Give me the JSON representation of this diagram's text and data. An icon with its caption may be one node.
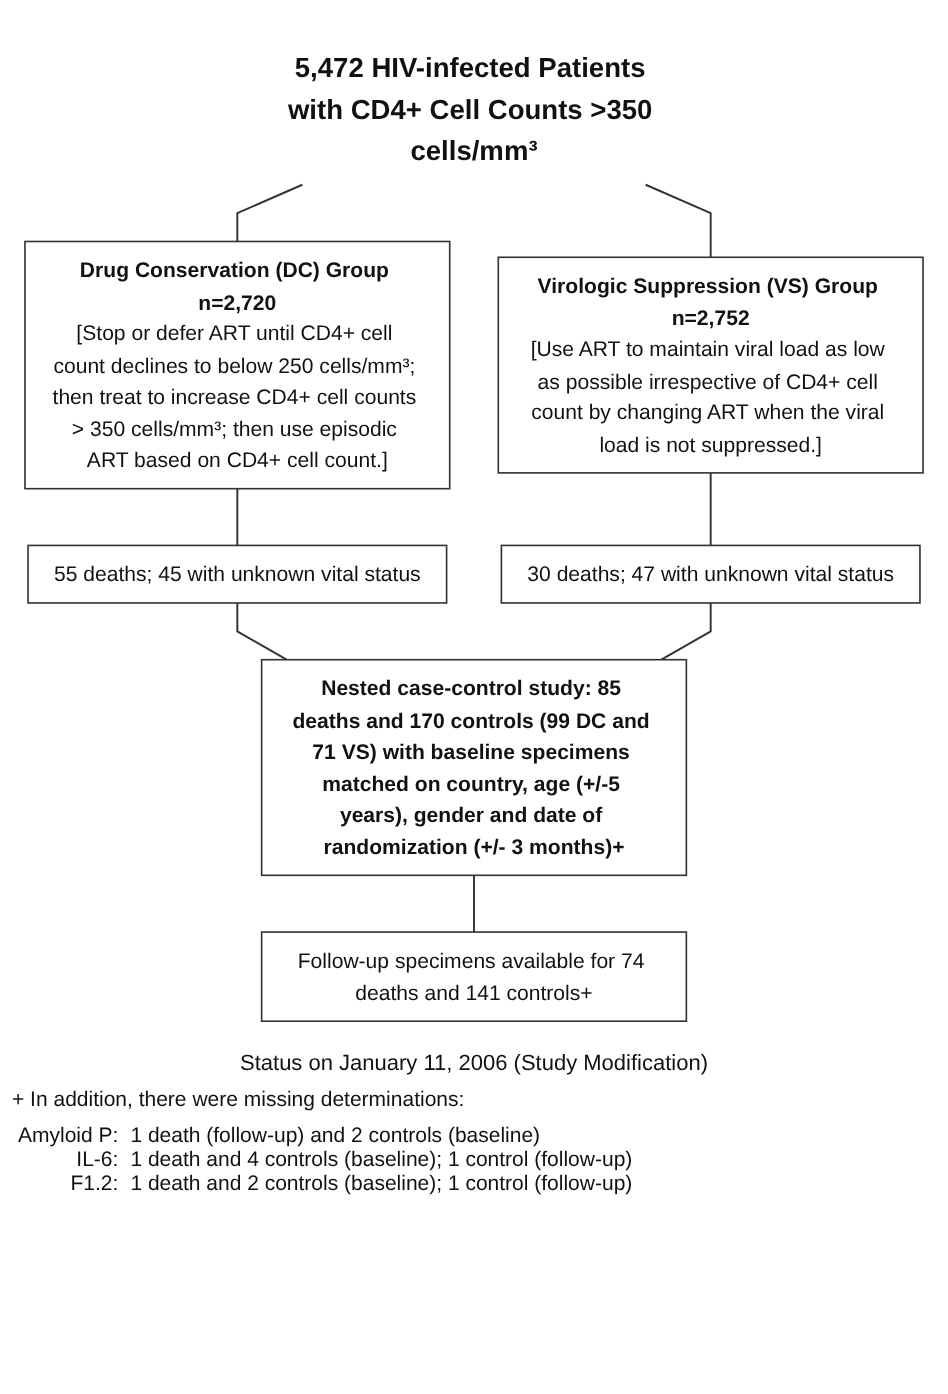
{
  "diagram": {
    "nodes": [
      {
        "text": [
          "5,472 HIV-infected Patients with CD4+ Cell Counts >350 cells/mm³"
        ]
      },
      {
        "text": [
          "Drug Conservation (DC) Group n=2,720",
          "[Stop or defer ART until CD4+ cell count declines to below 250 cells/mm³; then treat to increase CD4+ cell counts > 350 cells/mm³; then use episodic ART based on CD4+ cell count.]"
        ]
      },
      {
        "text": [
          "Virologic Suppression (VS) Group n=2,752",
          "[Use ART to maintain viral load as low as possible irrespective of CD4+ cell count by changing ART when the viral load is not suppressed.]"
        ]
      },
      {
        "text": [
          "55 deaths; 45 with unknown vital status"
        ]
      },
      {
        "text": [
          "30 deaths; 47 with unknown vital status"
        ]
      },
      {
        "text": [
          "Nested case-control study: 85 deaths and 170 controls (99 DC and 71 VS) with baseline specimens matched on country, age (+/-5 years), gender and date of randomization (+/- 3 months)+"
        ]
      },
      {
        "text": [
          "Follow-up specimens available for 74 deaths and 141 controls+"
        ]
      }
    ],
    "edges": [
      {
        "from": 0,
        "to": 1,
        "arrow": "none"
      },
      {
        "from": 0,
        "to": 2,
        "arrow": "none"
      },
      {
        "from": 1,
        "to": 3,
        "arrow": "none"
      },
      {
        "from": 2,
        "to": 4,
        "arrow": "none"
      },
      {
        "from": 3,
        "to": 5,
        "arrow": "none"
      },
      {
        "from": 4,
        "to": 5,
        "arrow": "none"
      },
      {
        "from": 5,
        "to": 6,
        "arrow": "none"
      }
    ],
    "labels": [
      "Status on January 11, 2006 (Study Modification)",
      "+ In addition, there were missing determinations:",
      "Amyloid P:",
      "1 death (follow-up) and 2 controls (baseline)",
      "IL-6:",
      "1 death and 4 controls (baseline); 1 control (follow-up)",
      "F1.2:",
      "1 death and 2 controls (baseline); 1 control (follow-up)"
    ]
  }
}
